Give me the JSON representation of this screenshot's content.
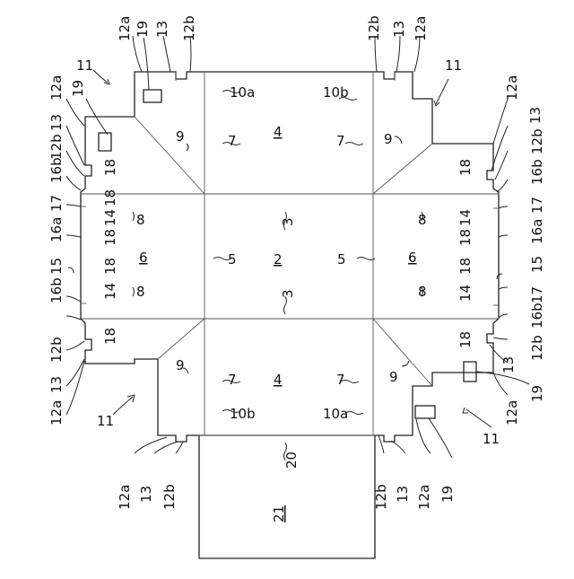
{
  "labels": {
    "body": "2",
    "fold3": "3",
    "panel4": "4",
    "fold5": "5",
    "panel6": "6",
    "fold7": "7",
    "fold8": "8",
    "fold9": "9",
    "fold10a": "10a",
    "fold10b": "10b",
    "flap11": "11",
    "tab12a": "12a",
    "tab12b": "12b",
    "notch13": "13",
    "notch14": "14",
    "edge15": "15",
    "slot16a": "16a",
    "slot16b": "16b",
    "slit17": "17",
    "notch18": "18",
    "window19": "19",
    "fold20": "20",
    "lid21": "21"
  }
}
